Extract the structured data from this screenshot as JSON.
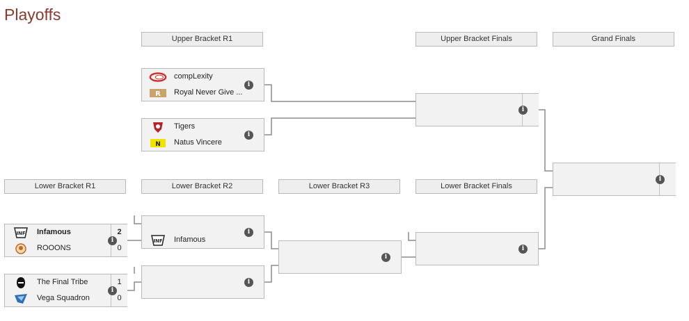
{
  "title": "Playoffs",
  "headers": {
    "ub_r1": "Upper Bracket R1",
    "ub_finals": "Upper Bracket Finals",
    "grand_finals": "Grand Finals",
    "lb_r1": "Lower Bracket R1",
    "lb_r2": "Lower Bracket R2",
    "lb_r3": "Lower Bracket R3",
    "lb_finals": "Lower Bracket Finals"
  },
  "ub_r1": {
    "m1": {
      "team1": "compLexity",
      "team2": "Royal Never Give ..."
    },
    "m2": {
      "team1": "Tigers",
      "team2": "Natus Vincere"
    }
  },
  "lb_r1": {
    "m1": {
      "team1": "Infamous",
      "score1": "2",
      "team2": "ROOONS",
      "score2": "0"
    },
    "m2": {
      "team1": "The Final Tribe",
      "score1": "1",
      "team2": "Vega Squadron",
      "score2": "0"
    }
  },
  "lb_r2": {
    "m1": {
      "team2": "Infamous"
    }
  },
  "info_glyph": "i",
  "colors": {
    "title": "#8a3a2e",
    "line": "#888888",
    "box": "#f2f2f2",
    "border": "#b9b9b9"
  },
  "icons": [
    "complexity-logo",
    "rng-logo",
    "tigers-logo",
    "navi-logo",
    "infamous-logo",
    "rooons-logo",
    "final-tribe-logo",
    "vega-logo",
    "info-icon"
  ]
}
